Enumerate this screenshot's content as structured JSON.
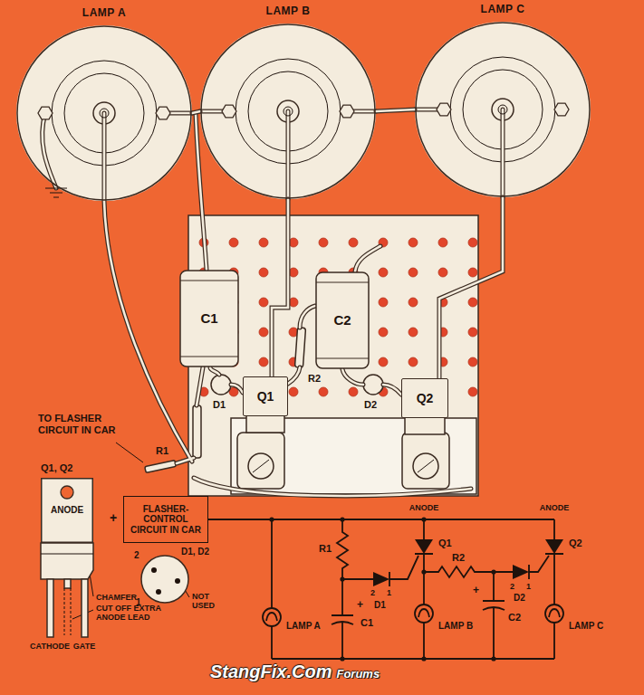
{
  "diagram": {
    "nodes": [
      {
        "text": [
          "LAMP A"
        ]
      },
      {
        "text": [
          "LAMP B"
        ]
      },
      {
        "text": [
          "LAMP C"
        ]
      },
      {
        "text": [
          "C1"
        ]
      },
      {
        "text": [
          "C2"
        ]
      },
      {
        "text": [
          "Q1"
        ]
      },
      {
        "text": [
          "Q2"
        ]
      },
      {
        "text": [
          "Q1, Q2",
          "ANODE"
        ]
      },
      {
        "text": [
          "FLASHER-CONTROL CIRCUIT IN CAR"
        ]
      }
    ],
    "edges": [
      {
        "from": 0,
        "to": 1,
        "arrow": "none"
      },
      {
        "from": 1,
        "to": 2,
        "arrow": "none"
      },
      {
        "from": 1,
        "to": 5,
        "arrow": "none"
      },
      {
        "from": 2,
        "to": 6,
        "arrow": "none"
      }
    ],
    "labels": [
      "TO FLASHER CIRCUIT IN CAR",
      "D1",
      "R2",
      "D2",
      "R1",
      "CHAMFER",
      "CUT OFF EXTRA ANODE LEAD",
      "CATHODE",
      "GATE",
      "2",
      "D1, D2",
      "1",
      "NOT USED",
      "+",
      "R1",
      "ANODE",
      "Q1",
      "2",
      "1",
      "D1",
      "R2",
      "ANODE",
      "Q2",
      "2",
      "1",
      "D2",
      "+",
      "C1",
      "LAMP A",
      "+",
      "C2",
      "LAMP B",
      "LAMP C",
      "StangFix.Com",
      "Forums"
    ]
  }
}
